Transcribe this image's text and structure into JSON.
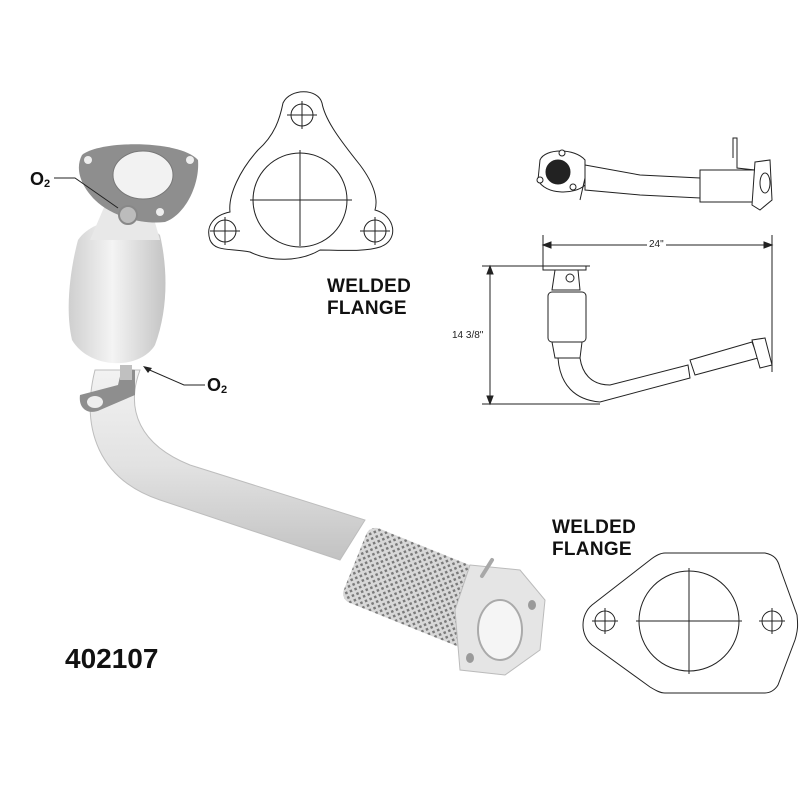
{
  "part_number": "402107",
  "labels": {
    "flange_top": {
      "line1": "WELDED",
      "line2": "FLANGE"
    },
    "flange_bottom": {
      "line1": "WELDED",
      "line2": "FLANGE"
    },
    "o2_upper": {
      "main": "O",
      "sub": "2"
    },
    "o2_lower": {
      "main": "O",
      "sub": "2"
    }
  },
  "dimensions": {
    "width": "24\"",
    "height": "14 3/8\""
  },
  "colors": {
    "line": "#222222",
    "metal_light": "#e6e6e6",
    "metal_mid": "#c8c8c8",
    "flange_grey": "#8c8c8c",
    "background": "#ffffff"
  },
  "views": [
    {
      "name": "main-3d-render",
      "description": "Catalytic converter with 3-bolt inlet flange, bent pipe, mesh flex section, 2-bolt outlet flange"
    },
    {
      "name": "three-bolt-flange-drawing"
    },
    {
      "name": "top-view-line-drawing"
    },
    {
      "name": "side-view-dimensioned-drawing"
    },
    {
      "name": "two-bolt-flange-drawing"
    }
  ]
}
